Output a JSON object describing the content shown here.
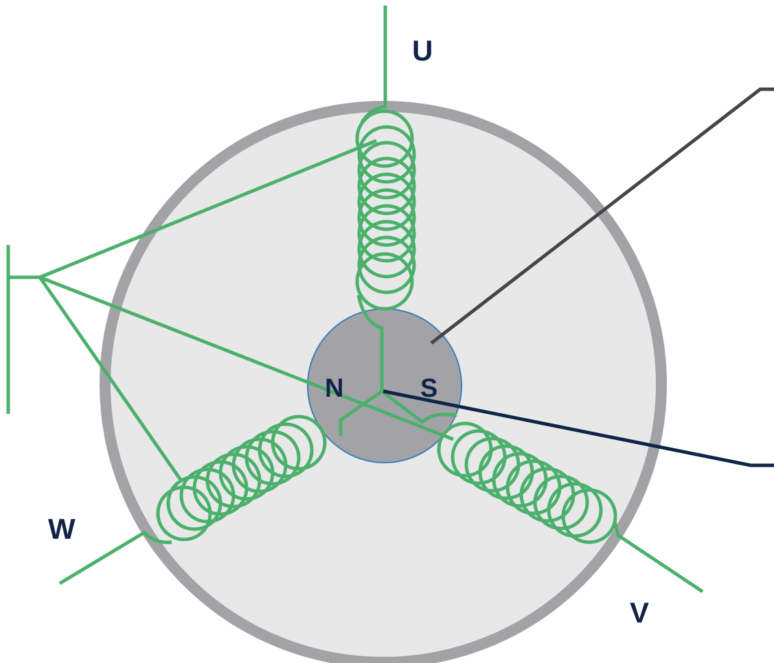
{
  "labels": {
    "phase_u": "U",
    "phase_v": "V",
    "phase_w": "W",
    "pole_n": "N",
    "pole_s": "S"
  },
  "colors": {
    "stator_fill": "#e8e8e9",
    "stator_rim": "#a3a3a7",
    "rotor_fill": "#a3a3a7",
    "rotor_outline": "#3b7fb8",
    "winding": "#4cb06c",
    "rotor_pointer": "#454548",
    "neutral_pointer": "#0f2447",
    "label_text": "#0f2447"
  }
}
